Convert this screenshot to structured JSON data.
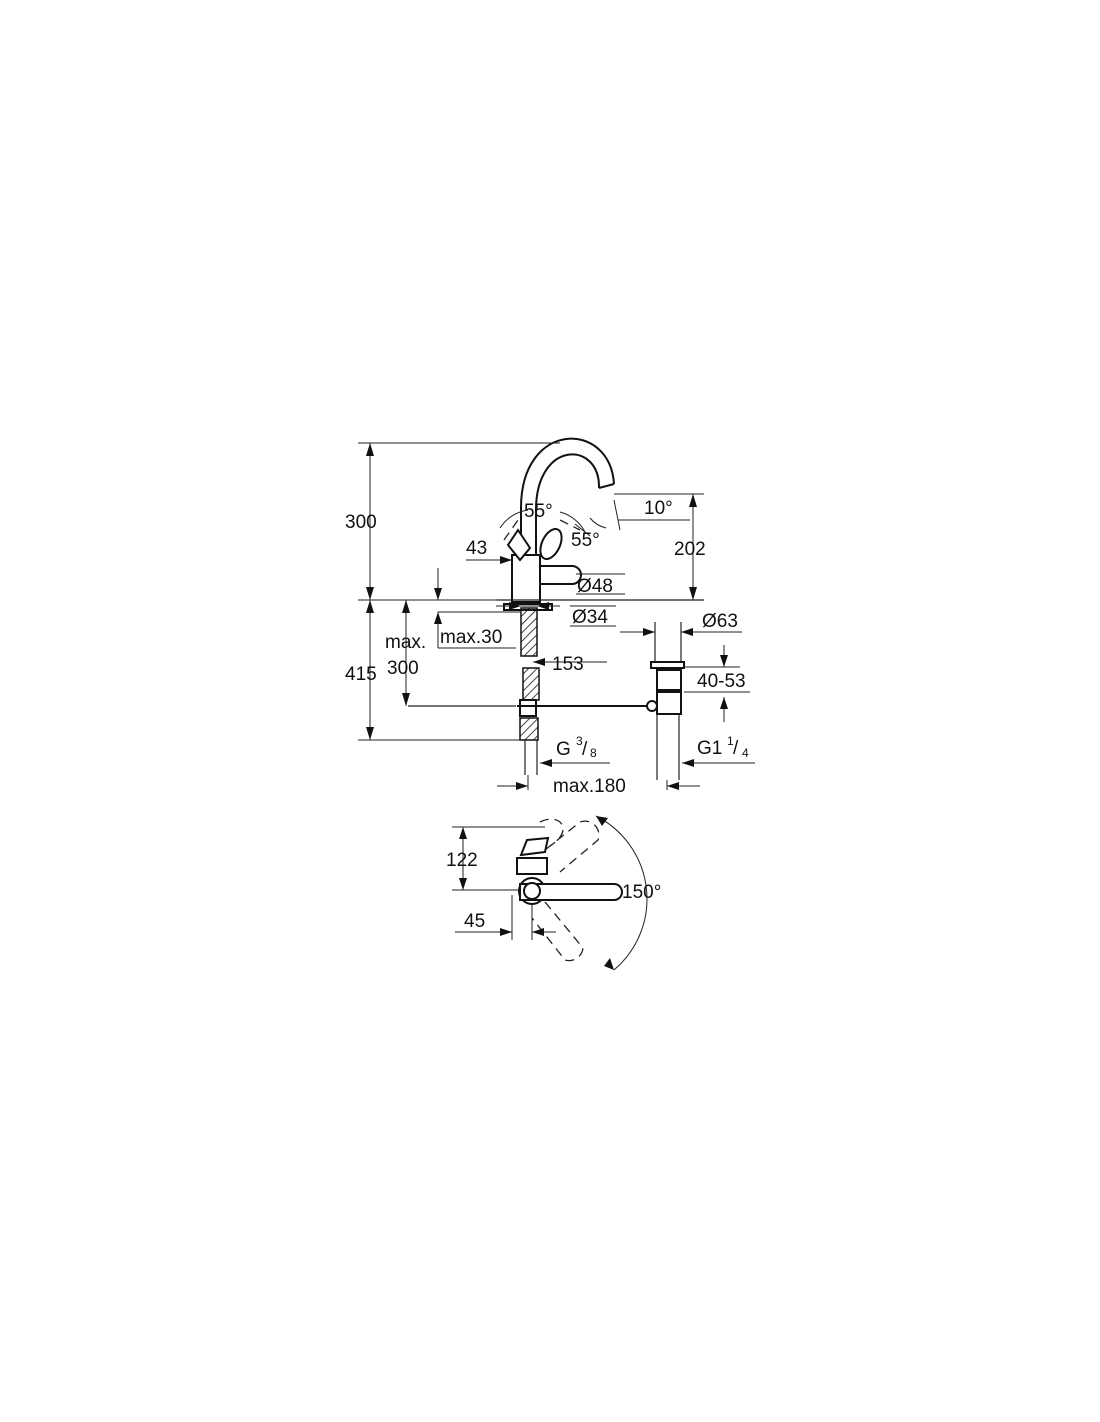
{
  "side_view": {
    "dims": {
      "height_total": "300",
      "handle_angle_left": "55°",
      "handle_angle_right": "55°",
      "spout_angle": "10°",
      "handle_offset": "43",
      "spout_height": "202",
      "base_diameter": "Ø48",
      "shank_diameter": "Ø34",
      "waste_diameter": "Ø63",
      "max_label": "max.",
      "max_thickness": "max.30",
      "tail_length": "300",
      "installed_height": "415",
      "pop_up_distance": "153",
      "waste_range": "40-53",
      "inlet_thread_main": "G",
      "inlet_thread_num": "3",
      "inlet_thread_den": "8",
      "waste_thread_main": "G1",
      "waste_thread_num": "1",
      "waste_thread_den": "4",
      "max_reach": "max.180"
    }
  },
  "top_view": {
    "dims": {
      "depth": "122",
      "offset": "45",
      "swivel_angle": "150°"
    }
  }
}
